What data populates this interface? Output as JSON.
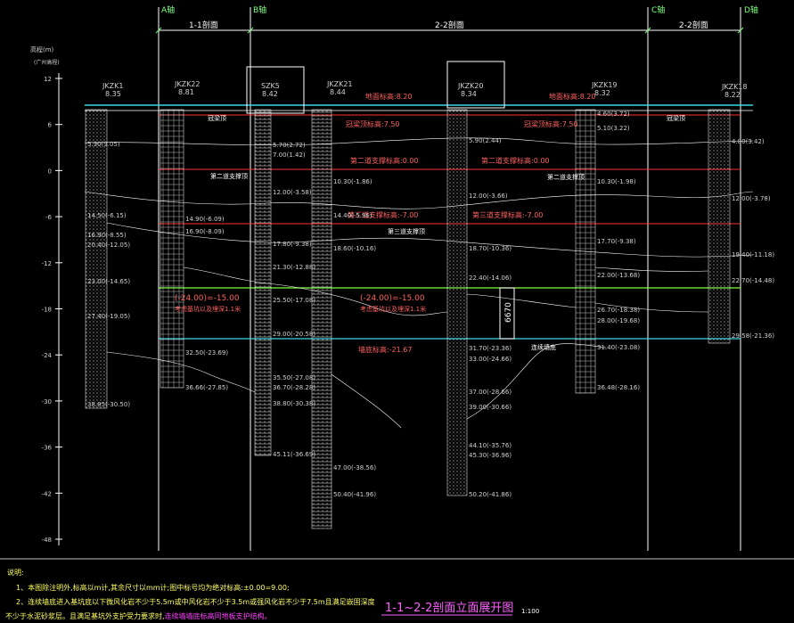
{
  "colors": {
    "background": "#000000",
    "grid_line": "#ffffff",
    "zone_label": "#7cff7c",
    "design_red": "#ff3030",
    "design_label": "#ff6060",
    "ground_cyan": "#3ad6e0",
    "note_pink": "#ff40ff",
    "note_yellow": "#ffff60",
    "title_magenta": "#ff60ff",
    "ruler_text": "#d0d0d0",
    "green_line": "#80ff40"
  },
  "axes": [
    {
      "label": "A轴",
      "x": 0
    },
    {
      "label": "B轴",
      "x": 1
    },
    {
      "label": "C轴",
      "x": 2
    },
    {
      "label": "D轴",
      "x": 3
    }
  ],
  "zones": [
    {
      "label": "1-1剖面"
    },
    {
      "label": "2-2剖面"
    },
    {
      "label": "2-2剖面"
    }
  ],
  "ruler": {
    "title": "高程(m)",
    "subtitle": "(广州高程)",
    "ticks": [
      "12",
      "6",
      "0",
      "-6",
      "-12",
      "-18",
      "-24",
      "-30",
      "-36",
      "-42",
      "-48"
    ]
  },
  "boreholes": [
    {
      "name": "JKZK1",
      "elev": "8.35"
    },
    {
      "name": "JKZK22",
      "elev": "8.81"
    },
    {
      "name": "SZK5",
      "elev": "8.42"
    },
    {
      "name": "JKZK21",
      "elev": "8.44"
    },
    {
      "name": "JKZK20",
      "elev": "8.34"
    },
    {
      "name": "JKZK19",
      "elev": "8.32"
    },
    {
      "name": "JKZK18",
      "elev": "8.22"
    }
  ],
  "design_labels": {
    "ground_left": "地面标高:8.20",
    "ground_mid": "地面标高:8.20",
    "ground_right": "地面标高:8.20",
    "beam_top": "冠梁顶标高:7.50",
    "beam_top_right": "冠梁顶标高:7.50",
    "strut2_left": "第二道支撑标高:0.00",
    "strut2_right": "第二道支撑标高:0.00",
    "strut3_left": "第三道支撑标高:-7.00",
    "strut3_right": "第三道支撑标高:-7.00",
    "pit_bottom_left": "(-24.00)=-15.00",
    "pit_bottom_left_note": "考虑基坑以及埋深1.1米",
    "pit_bottom_mid": "(-24.00)=-15.00",
    "pit_bottom_mid_note": "考虑基坑以及埋深1.1米",
    "wall_bottom": "墙底标高:-21.67",
    "dimension": "6670",
    "capping_beam": "冠梁顶",
    "capping_beam_right": "冠梁顶",
    "strut1": "第二道支撑顶",
    "strut2": "第三道支撑顶",
    "strut3": "第二道支撑顶",
    "wall_label": "连续墙底"
  },
  "borehole_annotations": {
    "k1": [
      "5.30(3.05)",
      "14.50(-6.15)",
      "16.90(-8.55)",
      "20.40(-12.05)",
      "23.00(-14.65)",
      "27.40(-19.05)",
      "38.85(-30.50)"
    ],
    "k22": [
      "14.90(-6.09)",
      "16.90(-8.09)",
      "32.50(-23.69)",
      "36.66(-27.85)"
    ],
    "szk5": [
      "5.70(2.72)",
      "7.00(1.42)",
      "12.00(-3.58)",
      "17.80(-9.38)",
      "21.30(-12.88)",
      "25.50(-17.08)",
      "29.00(-20.58)",
      "35.50(-27.08)",
      "36.70(-28.28)",
      "38.80(-30.38)",
      "45.11(-36.69)"
    ],
    "k21": [
      "10.30(-1.86)",
      "14.40(-5.96)",
      "18.60(-10.16)",
      "47.00(-38.56)",
      "50.40(-41.96)"
    ],
    "k20": [
      "5.90(2.44)",
      "12.00(-3.66)",
      "18.70(-10.36)",
      "22.40(-14.06)",
      "31.70(-23.36)",
      "33.00(-24.66)",
      "37.00(-28.66)",
      "39.00(-30.66)",
      "44.10(-35.76)",
      "45.30(-36.96)",
      "50.20(-41.86)"
    ],
    "k19": [
      "4.60(3.72)",
      "5.10(3.22)",
      "10.30(-1.98)",
      "17.70(-9.38)",
      "22.00(-13.68)",
      "26.70(-18.38)",
      "28.00(-19.68)",
      "31.40(-23.08)",
      "36.48(-28.16)"
    ],
    "k18": [
      "4.80(3.42)",
      "12.00(-3.78)",
      "19.40(-11.18)",
      "22.70(-14.48)",
      "29.58(-21.36)"
    ]
  },
  "notes": {
    "heading": "说明:",
    "line1": "1、本图除注明外,标高以m计,其余尺寸以mm计;图中标号均为绝对标高:±0.00=9.00;",
    "line2": "2、连续墙底进入基坑底以下微风化岩不少于5.5m或中风化岩不少于3.5m或强风化岩不少于7.5m且满足嵌固深度",
    "line3a": "不少于水泥砂浆层。且满足基坑外支护受力要求时,",
    "line3b": "连续墙墙底标高同地板支护结构。"
  },
  "title": {
    "main": "1-1~2-2剖面立面展开图",
    "scale": "1:100"
  }
}
